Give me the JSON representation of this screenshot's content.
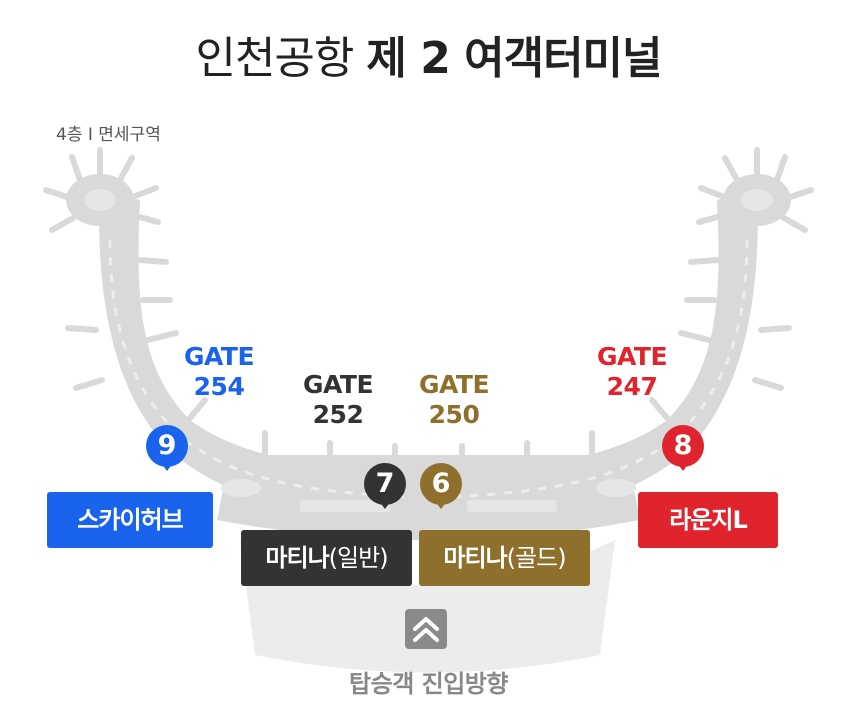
{
  "title": {
    "normal": "인천공항",
    "bold": "제 2 여객터미널"
  },
  "floor_label": "4층 I 면세구역",
  "colors": {
    "blue": "#1a63ec",
    "dark": "#333333",
    "gold": "#8f6f2c",
    "red": "#e0242d",
    "building": "#d9d9d9",
    "direction": "#8a8a8a"
  },
  "gates": [
    {
      "top": "GATE",
      "number": "254",
      "color": "#1a63ec"
    },
    {
      "top": "GATE",
      "number": "252",
      "color": "#333333"
    },
    {
      "top": "GATE",
      "number": "250",
      "color": "#8f6f2c"
    },
    {
      "top": "GATE",
      "number": "247",
      "color": "#e0242d"
    }
  ],
  "lounges": [
    {
      "pin": "9",
      "name": "스카이허브",
      "suffix": ""
    },
    {
      "pin": "7",
      "name": "마티나",
      "suffix": "(일반)"
    },
    {
      "pin": "6",
      "name": "마티나",
      "suffix": "(골드)"
    },
    {
      "pin": "8",
      "name": "라운지L",
      "suffix": ""
    }
  ],
  "direction": {
    "label": "탑승객 진입방향",
    "icon": "double-chevron-up-icon"
  }
}
